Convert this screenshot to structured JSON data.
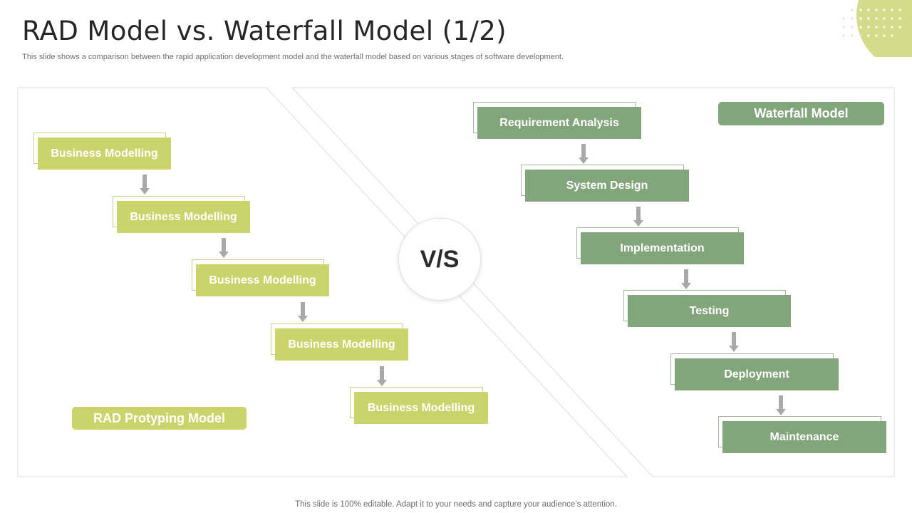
{
  "slide": {
    "title": "RAD Model vs. Waterfall Model (1/2)",
    "subtitle": "This slide shows a comparison between the rapid application development model and the waterfall model based on various stages of software development.",
    "footer": "This slide is 100% editable. Adapt it to your needs and capture your audience’s attention."
  },
  "rad": {
    "label": "RAD Protyping Model",
    "steps": [
      "Business Modelling",
      "Business Modelling",
      "Business Modelling",
      "Business Modelling",
      "Business Modelling"
    ]
  },
  "vs_label": "V/S",
  "waterfall": {
    "label": "Waterfall Model",
    "steps": [
      "Requirement Analysis",
      "System Design",
      "Implementation",
      "Testing",
      "Deployment",
      "Maintenance"
    ]
  },
  "colors": {
    "rad_accent": "#cbd36b",
    "waterfall_accent": "#82a57c",
    "arrow": "#a9a9a9"
  }
}
